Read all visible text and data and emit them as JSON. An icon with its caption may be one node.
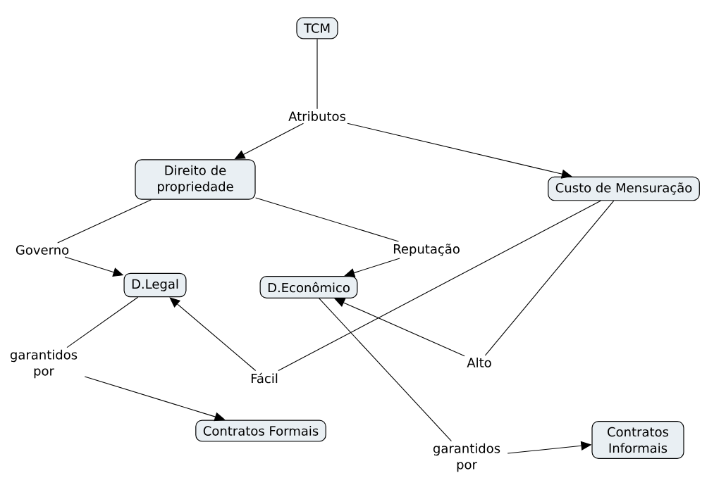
{
  "diagram": {
    "nodes": [
      {
        "text": [
          "TCM"
        ]
      },
      {
        "text": [
          "Atributos"
        ]
      },
      {
        "text": [
          "Direito de propriedade"
        ]
      },
      {
        "text": [
          "Custo de Mensuração"
        ]
      },
      {
        "text": [
          "Governo"
        ]
      },
      {
        "text": [
          "Reputação"
        ]
      },
      {
        "text": [
          "D.Legal"
        ]
      },
      {
        "text": [
          "D.Econômico"
        ]
      },
      {
        "text": [
          "garantidos por"
        ]
      },
      {
        "text": [
          "Fácil"
        ]
      },
      {
        "text": [
          "Alto"
        ]
      },
      {
        "text": [
          "Contratos Formais"
        ]
      },
      {
        "text": [
          "garantidos por"
        ]
      },
      {
        "text": [
          "Contratos Informais"
        ]
      }
    ],
    "edges": [
      {
        "from": 0,
        "to": 1,
        "arrow": "none"
      },
      {
        "from": 1,
        "to": 2,
        "arrow": "to"
      },
      {
        "from": 1,
        "to": 3,
        "arrow": "to"
      },
      {
        "from": 2,
        "to": 4,
        "arrow": "none"
      },
      {
        "from": 2,
        "to": 5,
        "arrow": "none"
      },
      {
        "from": 4,
        "to": 6,
        "arrow": "to"
      },
      {
        "from": 5,
        "to": 7,
        "arrow": "to"
      },
      {
        "from": 6,
        "to": 8,
        "arrow": "none"
      },
      {
        "from": 8,
        "to": 11,
        "arrow": "to"
      },
      {
        "from": 3,
        "to": 9,
        "arrow": "none"
      },
      {
        "from": 9,
        "to": 6,
        "arrow": "to"
      },
      {
        "from": 3,
        "to": 10,
        "arrow": "none"
      },
      {
        "from": 10,
        "to": 7,
        "arrow": "to"
      },
      {
        "from": 7,
        "to": 12,
        "arrow": "none"
      },
      {
        "from": 12,
        "to": 13,
        "arrow": "to"
      }
    ]
  }
}
